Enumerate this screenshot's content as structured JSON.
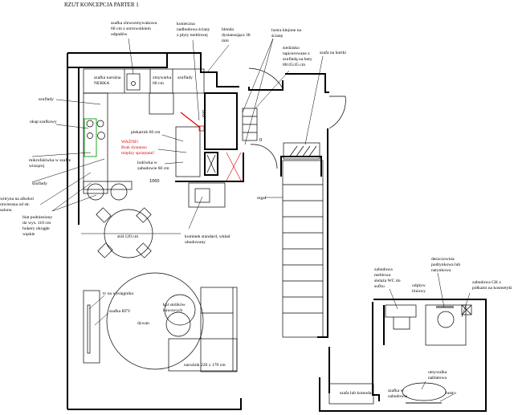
{
  "title": "RZUT KONCEPCJA PARTER 1",
  "labels": {
    "sink_cabinet": [
      "szafka zlewozmywakowa",
      "60 cm z sortownikiem",
      "odpadów"
    ],
    "wall_extension": [
      "konieczna",
      "nadbudowa ściany",
      "z płyty meblowej"
    ],
    "spacer_panel": [
      "blenda",
      "dystansująca 38",
      "mm"
    ],
    "mirrors": [
      "lustra klejone na",
      "ścianę"
    ],
    "bench": [
      "siedzisko",
      "tapicerowane z",
      "szufladą na buty",
      "80/45/45 cm"
    ],
    "coat_wardrobe": "szafa na kurtki",
    "corner_cabinet": [
      "szafka narożna",
      "NERKA"
    ],
    "dishwasher": [
      "zmywarka",
      "60 cm"
    ],
    "drawers_top": "szuflady",
    "drawers_left": "szuflady",
    "hood": "okap szafkowy",
    "oven": "piekarnik 60 cm",
    "warning": [
      "WAŻNE!",
      "Brak dystansu",
      "między sprzętami!"
    ],
    "microwave": [
      "mikrofalówka w szafce",
      "wiszącej"
    ],
    "fridge": [
      "lodówka w",
      "zabudowie 60 cm"
    ],
    "dim_1060": "1060",
    "dim_600": "600",
    "dim_0": "0",
    "drawers_bottom": "szuflady",
    "display_cabinet": [
      "witryna na alkohol",
      "otwierana od str.",
      "salonu"
    ],
    "raised_counter": [
      "blat podniesiony",
      "do wys. 110 cm",
      "hokery okrągłe",
      "wąskie"
    ],
    "shelf": "regał",
    "table": "stół 120 cm",
    "fireplace": [
      "kominek standard, wkład",
      "obudowany"
    ],
    "tv": "tv na wysięgniku",
    "tv_cabinet": "szafka RTV",
    "rug": "dywan",
    "coffee_tables": [
      "kpl stolików",
      "kawowych"
    ],
    "sofa": "narożnik 220 x 170 cm",
    "wc_frame": [
      "zabudowa",
      "meblowa",
      "stelaża WC do",
      "sufitu"
    ],
    "shower": [
      "deszczownia",
      "podtynkowa lub",
      "natynkowa"
    ],
    "drain": [
      "odpływ",
      "liniowy"
    ],
    "drywall_shelves": [
      "zabudowa GK z",
      "półkami na kosmetyki"
    ],
    "washbasin": [
      "umywalka",
      "nablatowa"
    ],
    "wardrobe_chest": "szafa lub komoda",
    "vanity_cabinet": [
      "szafka w",
      "zabudowie"
    ],
    "mirror": "lustro"
  },
  "colors": {
    "warning": "#e00000",
    "hob": "#22aa22"
  }
}
